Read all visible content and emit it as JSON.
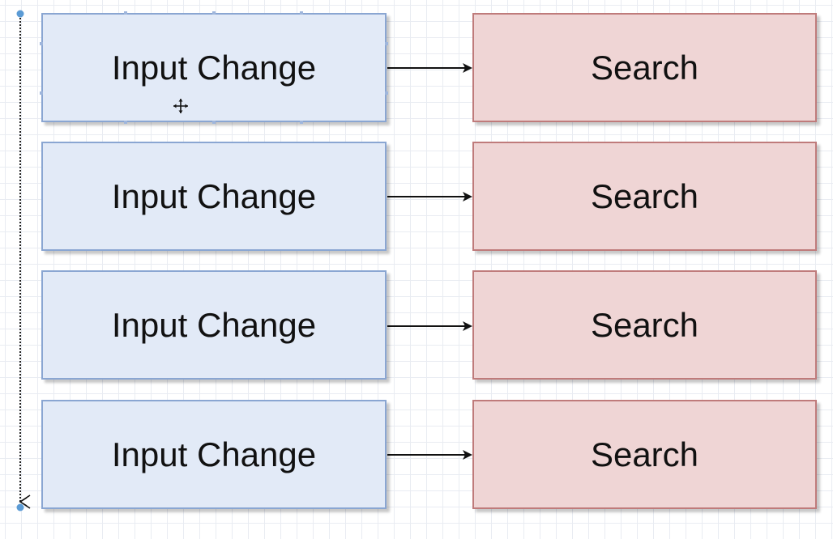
{
  "diagram": {
    "rows": [
      {
        "input_label": "Input Change",
        "search_label": "Search"
      },
      {
        "input_label": "Input Change",
        "search_label": "Search"
      },
      {
        "input_label": "Input Change",
        "search_label": "Search"
      },
      {
        "input_label": "Input Change",
        "search_label": "Search"
      }
    ],
    "colors": {
      "input_fill": "#e2eaf7",
      "input_border": "#8aa6d2",
      "search_fill": "#efd5d5",
      "search_border": "#bf7b7b",
      "arrow": "#111111",
      "timeline_endpoint": "#5b9bd5"
    },
    "icons": [
      "move-cursor-icon"
    ]
  }
}
